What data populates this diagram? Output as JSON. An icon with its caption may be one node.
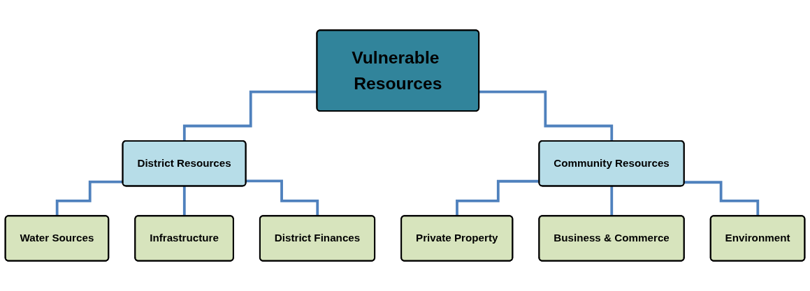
{
  "diagram": {
    "nodes": [
      {
        "text": [
          "Vulnerable Resources"
        ]
      },
      {
        "text": [
          "District Resources"
        ]
      },
      {
        "text": [
          "Community Resources"
        ]
      },
      {
        "text": [
          "Water Sources"
        ]
      },
      {
        "text": [
          "Infrastructure"
        ]
      },
      {
        "text": [
          "District Finances"
        ]
      },
      {
        "text": [
          "Private Property"
        ]
      },
      {
        "text": [
          "Business & Commerce"
        ]
      },
      {
        "text": [
          "Environment"
        ]
      }
    ],
    "edges": [
      {
        "from": 0,
        "to": 1,
        "arrow": "none"
      },
      {
        "from": 0,
        "to": 2,
        "arrow": "none"
      },
      {
        "from": 1,
        "to": 3,
        "arrow": "none"
      },
      {
        "from": 1,
        "to": 4,
        "arrow": "none"
      },
      {
        "from": 1,
        "to": 5,
        "arrow": "none"
      },
      {
        "from": 2,
        "to": 6,
        "arrow": "none"
      },
      {
        "from": 2,
        "to": 7,
        "arrow": "none"
      },
      {
        "from": 2,
        "to": 8,
        "arrow": "none"
      }
    ]
  }
}
